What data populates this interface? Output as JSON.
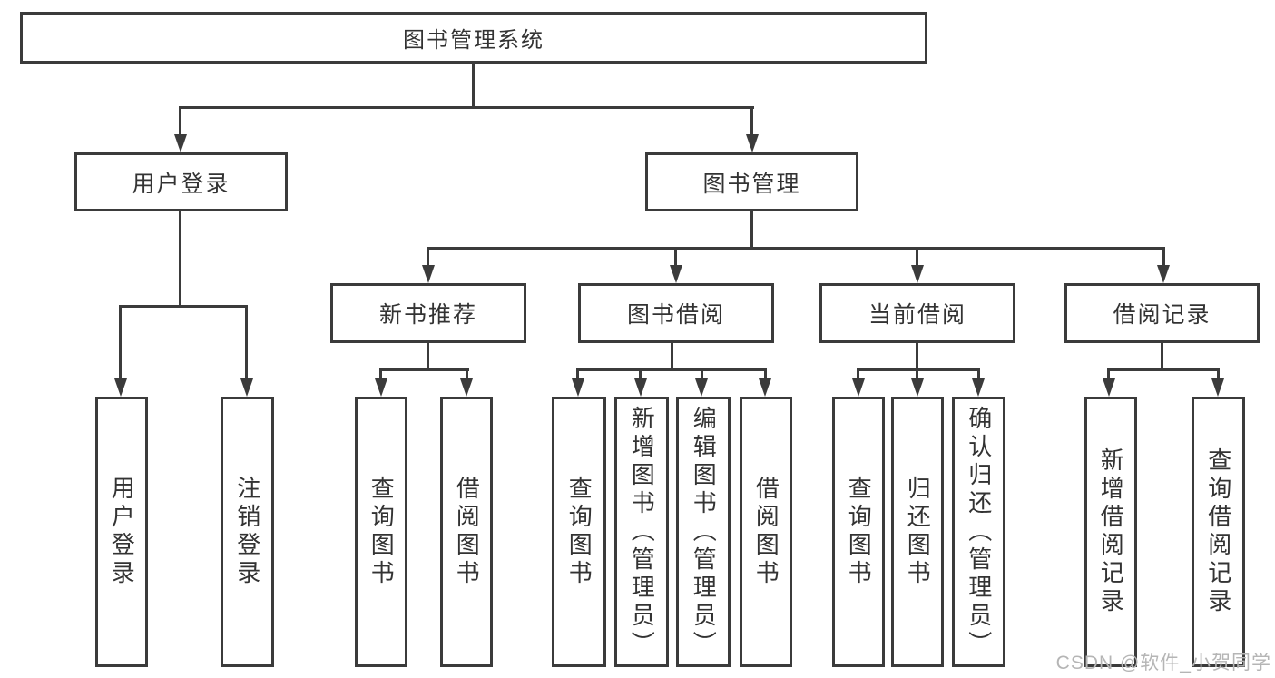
{
  "diagram_title": "图书管理系统",
  "tree": {
    "label": "图书管理系统",
    "children": [
      {
        "label": "用户登录",
        "children": [
          {
            "label": "用户登录"
          },
          {
            "label": "注销登录"
          }
        ]
      },
      {
        "label": "图书管理",
        "children": [
          {
            "label": "新书推荐",
            "children": [
              {
                "label": "查询图书"
              },
              {
                "label": "借阅图书"
              }
            ]
          },
          {
            "label": "图书借阅",
            "children": [
              {
                "label": "查询图书"
              },
              {
                "label": "新增图书（管理员）"
              },
              {
                "label": "编辑图书（管理员）"
              },
              {
                "label": "借阅图书"
              }
            ]
          },
          {
            "label": "当前借阅",
            "children": [
              {
                "label": "查询图书"
              },
              {
                "label": "归还图书"
              },
              {
                "label": "确认归还（管理员）"
              }
            ]
          },
          {
            "label": "借阅记录",
            "children": [
              {
                "label": "新增借阅记录"
              },
              {
                "label": "查询借阅记录"
              }
            ]
          }
        ]
      }
    ]
  },
  "watermark": {
    "text": "CSDN @软件_小贺同学"
  },
  "colors": {
    "line": "#3b3b3b",
    "text": "#333333",
    "bg": "#ffffff",
    "watermark": "#b5b5b5"
  }
}
